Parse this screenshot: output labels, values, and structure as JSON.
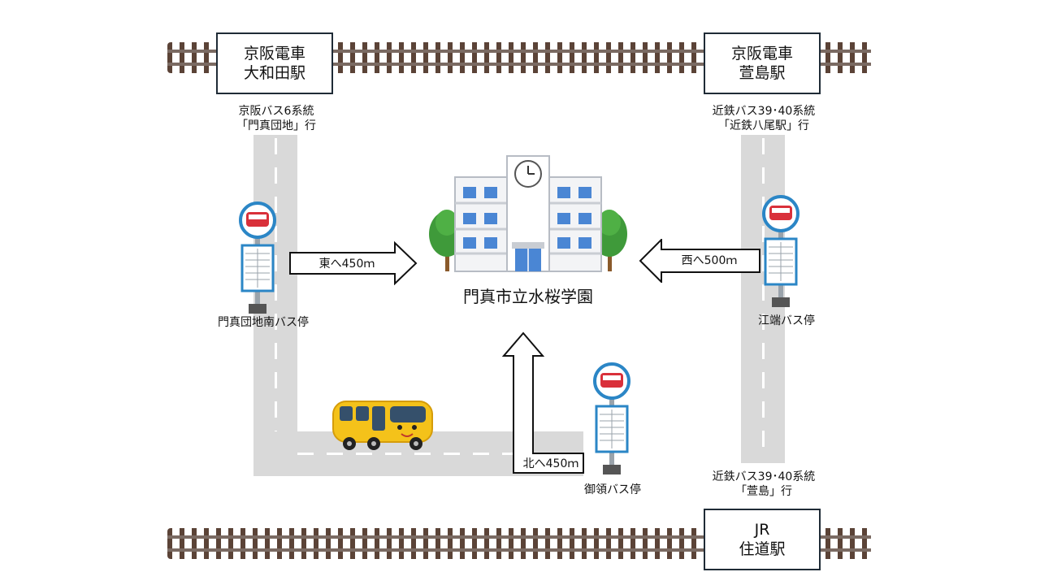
{
  "stations": {
    "top_left": {
      "line1": "京阪電車",
      "line2": "大和田駅"
    },
    "top_right": {
      "line1": "京阪電車",
      "line2": "萱島駅"
    },
    "bottom_right": {
      "line1": "JR",
      "line2": "住道駅"
    }
  },
  "bus_routes": {
    "left": {
      "line1": "京阪バス6系統",
      "line2": "「門真団地」行"
    },
    "right_top": {
      "line1": "近鉄バス39･40系統",
      "line2": "「近鉄八尾駅」行"
    },
    "right_bottom": {
      "line1": "近鉄バス39･40系統",
      "line2": "「萱島」行"
    }
  },
  "bus_stops": {
    "left": "門真団地南バス停",
    "right": "江端バス停",
    "bottom": "御領バス停"
  },
  "arrows": {
    "east": "東へ450ｍ",
    "west": "西へ500ｍ",
    "north": "北へ450ｍ"
  },
  "school": {
    "name": "門真市立水桜学園"
  },
  "icons": {
    "bus_stop": "bus-stop-sign-icon",
    "bus": "school-bus-icon",
    "school": "school-building-icon",
    "railway": "railway-track"
  },
  "colors": {
    "bus_sign_red": "#d9303a",
    "bus_sign_blue": "#2b86c6",
    "bus_yellow": "#f4c21a",
    "road": "#d9d9d9"
  }
}
